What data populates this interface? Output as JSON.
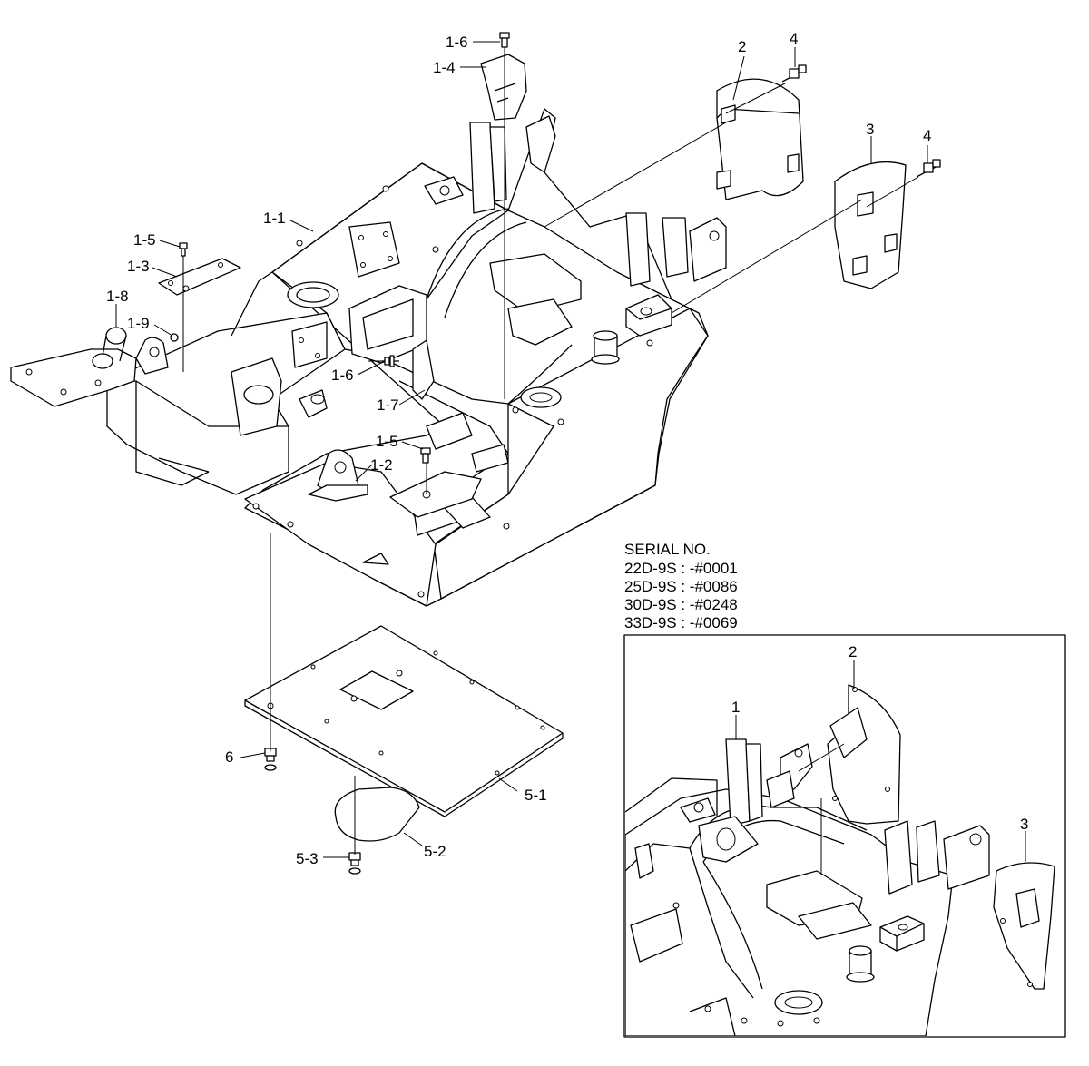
{
  "labels": {
    "l16_top": "1-6",
    "l14": "1-4",
    "l2_top": "2",
    "l4_top": "4",
    "l3_mid": "3",
    "l4_mid": "4",
    "l11": "1-1",
    "l15_left": "1-5",
    "l13": "1-3",
    "l18": "1-8",
    "l19": "1-9",
    "l16_mid": "1-6",
    "l17": "1-7",
    "l15_mid": "1-5",
    "l12": "1-2",
    "l6": "6",
    "l51": "5-1",
    "l52": "5-2",
    "l53": "5-3",
    "inset_1": "1",
    "inset_2": "2",
    "inset_3": "3"
  },
  "serial": {
    "title": "SERIAL NO.",
    "lines": [
      "22D-9S : -#0001",
      "25D-9S : -#0086",
      "30D-9S : -#0248",
      "33D-9S : -#0069"
    ]
  }
}
